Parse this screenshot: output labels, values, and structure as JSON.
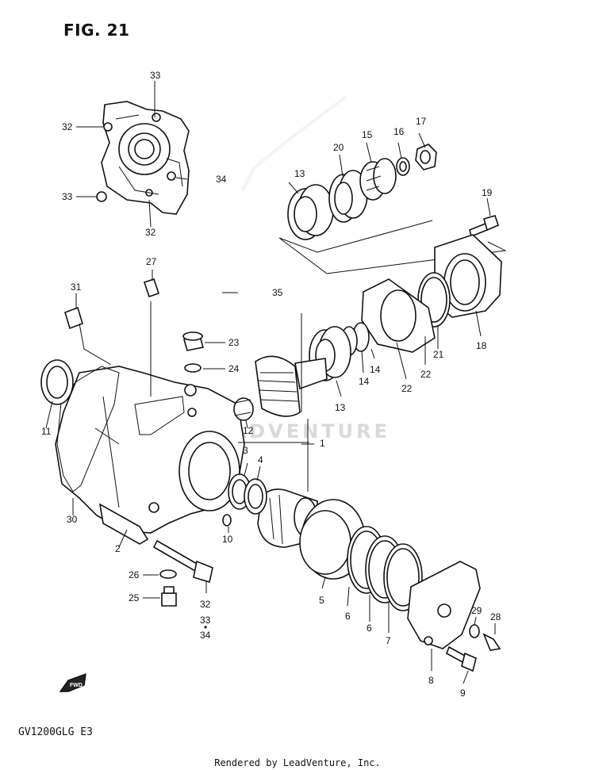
{
  "header": {
    "figure_label": "FIG. 21"
  },
  "footer": {
    "model_code": "GV1200GLG  E3",
    "credit": "Rendered by LeadVenture, Inc."
  },
  "watermark": {
    "text": "LEADVENTURE"
  },
  "direction_mark": {
    "text": "FWD"
  },
  "callouts": {
    "c1": "1",
    "c2": "2",
    "c3": "3",
    "c4": "4",
    "c5": "5",
    "c6a": "6",
    "c6b": "6",
    "c7": "7",
    "c8": "8",
    "c9": "9",
    "c10": "10",
    "c11": "11",
    "c12": "12",
    "c13a": "13",
    "c13b": "13",
    "c14a": "14",
    "c14b": "14",
    "c15": "15",
    "c16": "16",
    "c17": "17",
    "c18": "18",
    "c19": "19",
    "c21": "21",
    "c22a": "22",
    "c22b": "22",
    "c23": "23",
    "c24": "24",
    "c25": "25",
    "c26": "26",
    "c27": "27",
    "c28": "28",
    "c29": "29",
    "c30": "30",
    "c31": "31",
    "c32a": "32",
    "c32b": "32",
    "c32c": "32",
    "c33a": "33",
    "c33b": "33",
    "c33c": "33",
    "c34a": "34",
    "c34b": "34",
    "c35": "35"
  }
}
